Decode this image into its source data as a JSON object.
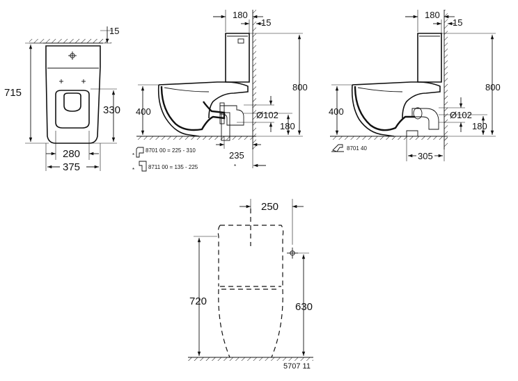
{
  "dimensions": {
    "top_view": {
      "depth": "715",
      "seat_depth": "330",
      "inner_width": "280",
      "width": "375",
      "offset": "15"
    },
    "side_view_left": {
      "cistern_depth": "180",
      "gap": "15",
      "height": "800",
      "rim_height": "400",
      "outlet_diameter": "Ø102",
      "outlet_height": "180",
      "outlet_distance": "235",
      "asterisk": "*"
    },
    "side_view_right": {
      "cistern_depth": "180",
      "gap": "15",
      "height": "800",
      "rim_height": "400",
      "outlet_diameter": "Ø102",
      "outlet_height": "180",
      "outlet_distance": "305"
    },
    "front_view": {
      "width": "250",
      "total_height": "720",
      "fixing_height": "630"
    }
  },
  "accessories": {
    "item1": {
      "asterisk": "*",
      "text": "8701 00  = 225 - 310"
    },
    "item2": {
      "asterisk": "*",
      "text": "8711 00  = 135 - 225"
    },
    "item3": {
      "text": "8701 40"
    }
  },
  "product_code": "5707 11"
}
